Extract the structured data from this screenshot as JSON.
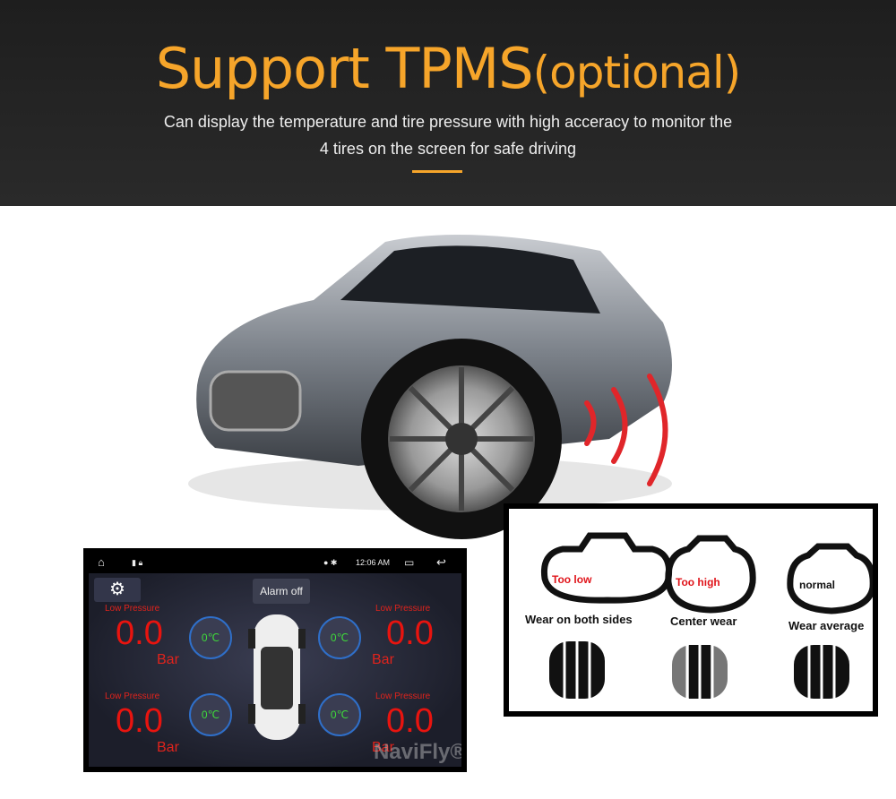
{
  "header": {
    "title": "Support TPMS",
    "title_suffix": "(optional)",
    "subtitle_line1": "Can display the temperature and tire pressure with high acceracy to monitor the",
    "subtitle_line2": "4 tires on the screen for safe driving",
    "accent": "#f6a52a"
  },
  "screen": {
    "status": {
      "time": "12:06 AM"
    },
    "alarm_label": "Alarm off",
    "tires": [
      {
        "status": "Low Pressure",
        "pressure": "0.0",
        "unit": "Bar",
        "temp": "0℃"
      },
      {
        "status": "Low Pressure",
        "pressure": "0.0",
        "unit": "Bar",
        "temp": "0℃"
      },
      {
        "status": "Low Pressure",
        "pressure": "0.0",
        "unit": "Bar",
        "temp": "0℃"
      },
      {
        "status": "Low Pressure",
        "pressure": "0.0",
        "unit": "Bar",
        "temp": "0℃"
      }
    ],
    "brand": "NaviFly®"
  },
  "wear": [
    {
      "state": "Too low",
      "caption": "Wear on both sides",
      "state_color": "#e0141a"
    },
    {
      "state": "Too high",
      "caption": "Center wear",
      "state_color": "#e0141a"
    },
    {
      "state": "normal",
      "caption": "Wear average",
      "state_color": "#111111"
    }
  ]
}
